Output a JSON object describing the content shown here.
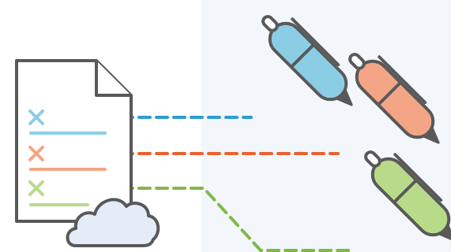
{
  "illustration": {
    "description_visible_text": "",
    "document": {
      "rows": [
        {
          "mark": "x",
          "color": "#8ccde6",
          "line_color": "#8ccde6"
        },
        {
          "mark": "x",
          "color": "#f4a586",
          "line_color": "#f4a586"
        },
        {
          "mark": "x",
          "color": "#b8db8a",
          "line_color": "#b8db8a"
        }
      ]
    },
    "pens": [
      {
        "name": "blue-pen",
        "color": "#8ccde6"
      },
      {
        "name": "orange-pen",
        "color": "#f4a586"
      },
      {
        "name": "green-pen",
        "color": "#b8db8a"
      }
    ],
    "connector_colors": {
      "blue": "#2b9fd0",
      "orange": "#e8622e",
      "green": "#7fb947"
    },
    "outline_color": "#595959",
    "cloud_fill": "#e3ecf7",
    "panel_bg": "#f3f6fb"
  }
}
